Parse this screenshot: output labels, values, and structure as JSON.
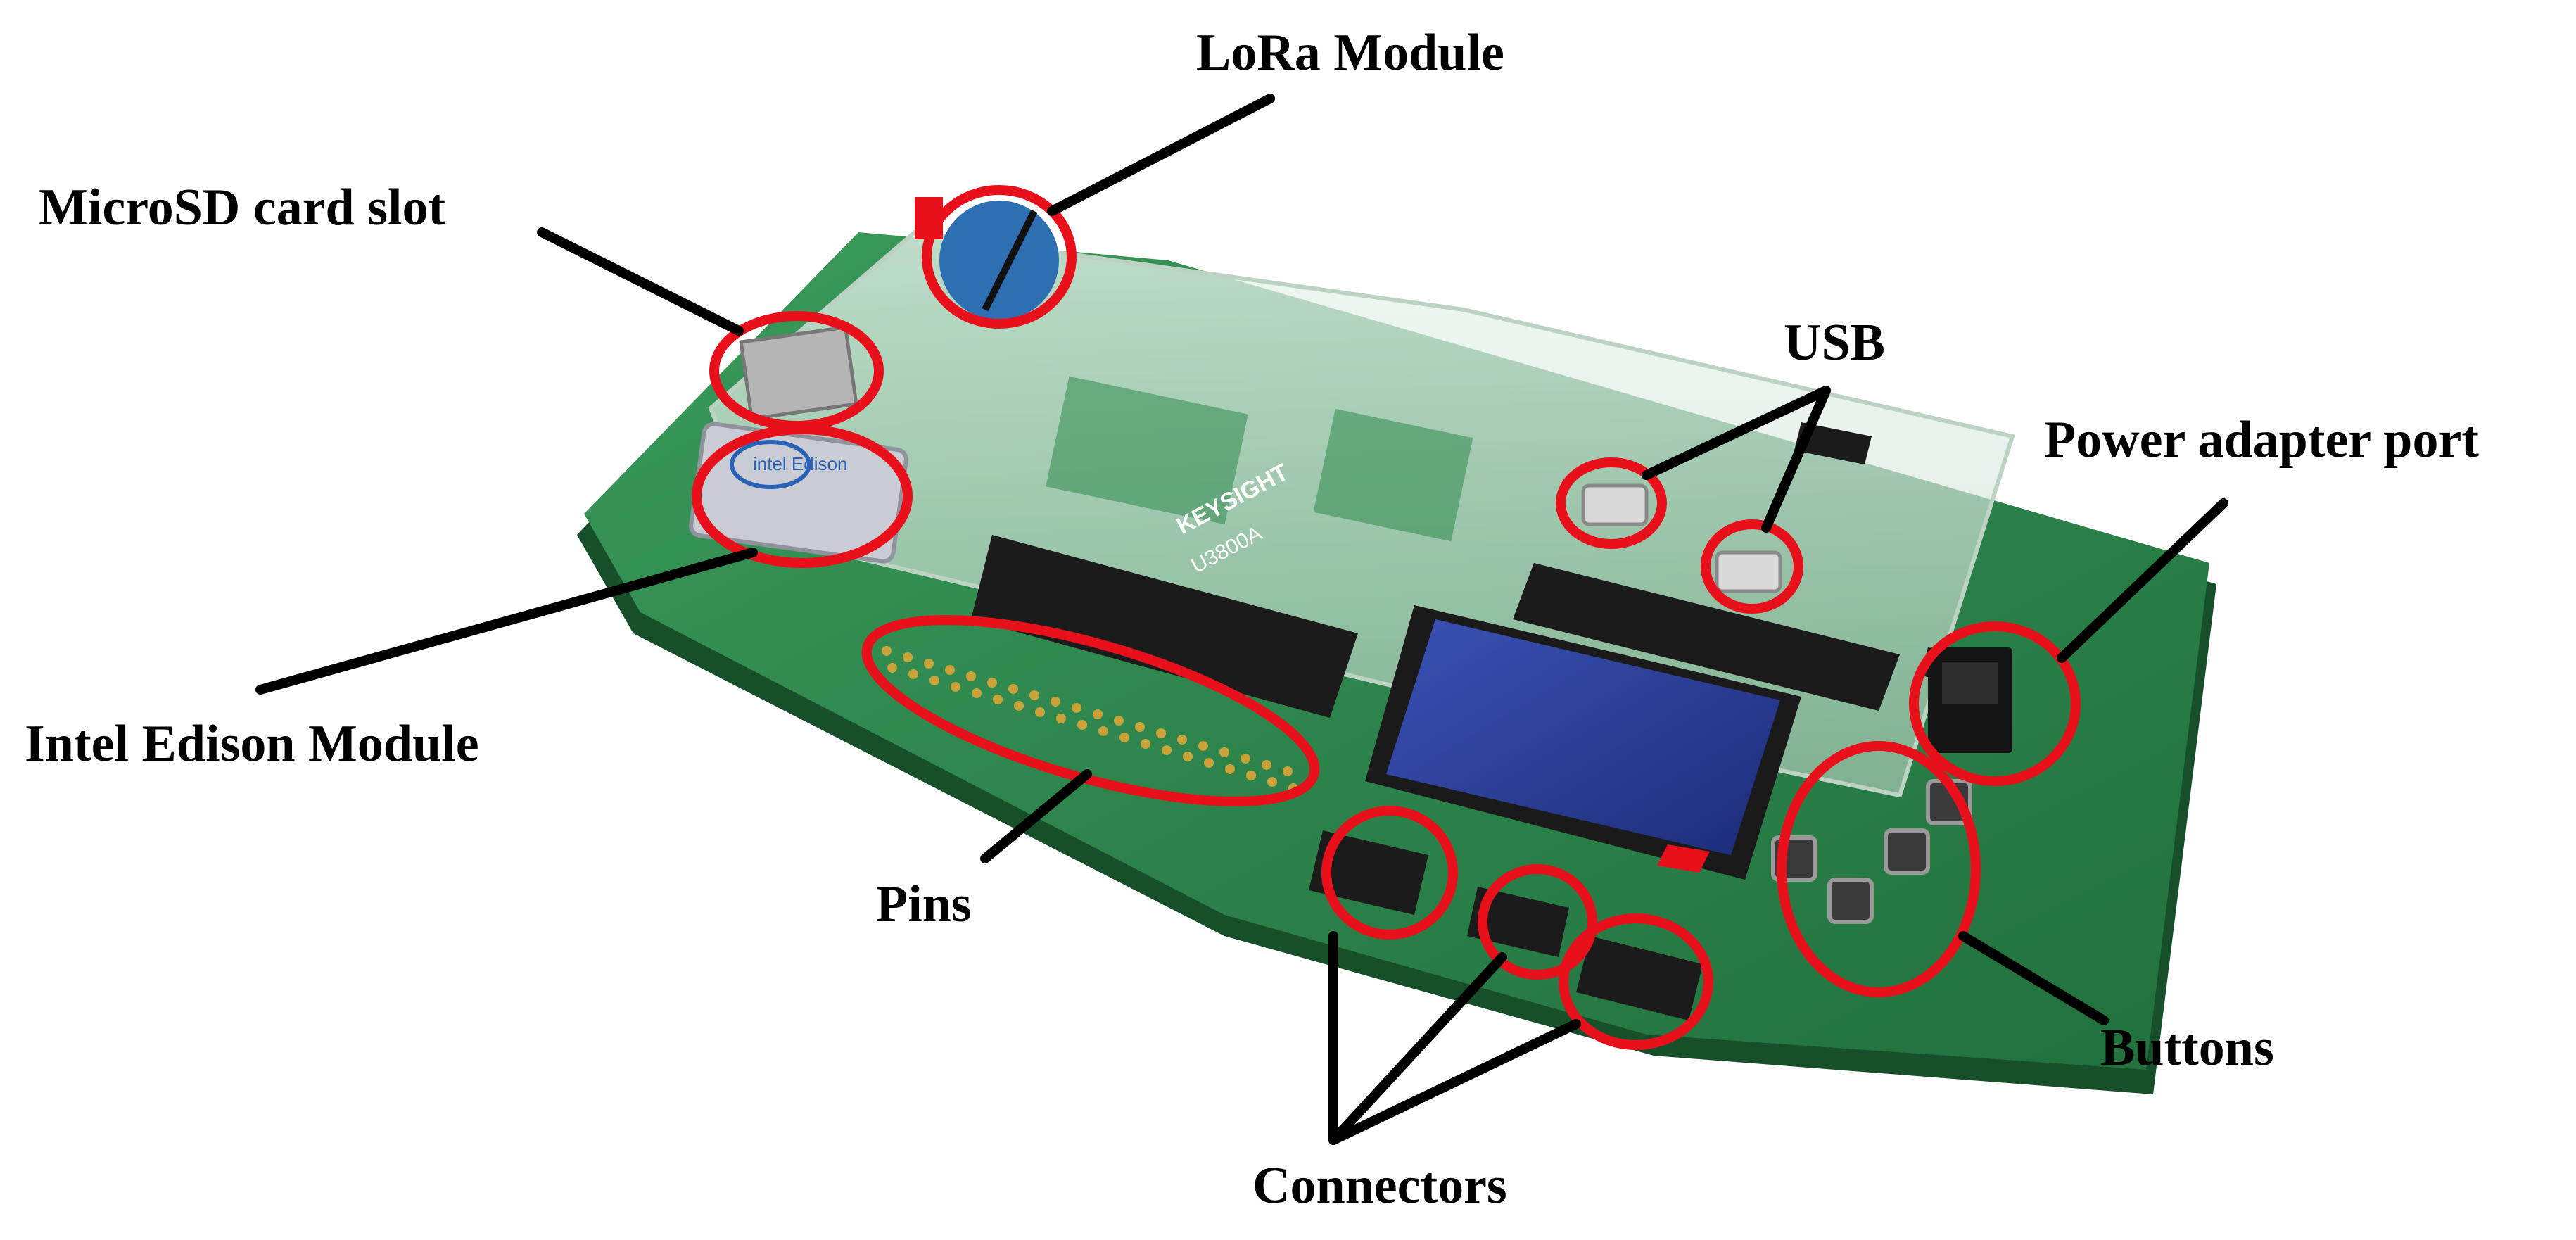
{
  "labels": {
    "lora": "LoRa Module",
    "microsd": "MicroSD card slot",
    "usb": "USB",
    "power": "Power adapter port",
    "edison": "Intel Edison Module",
    "pins": "Pins",
    "buttons": "Buttons",
    "connectors": "Connectors"
  },
  "board_markings": {
    "brand": "KEYSIGHT",
    "model": "U3800A",
    "chip": "intel Edison"
  },
  "colors": {
    "highlight": "#e8101a",
    "leader_line": "#000000",
    "pcb": "#2f8a4e",
    "pcb_dark": "#1f6b3a",
    "lcd": "#2a3f9a"
  }
}
